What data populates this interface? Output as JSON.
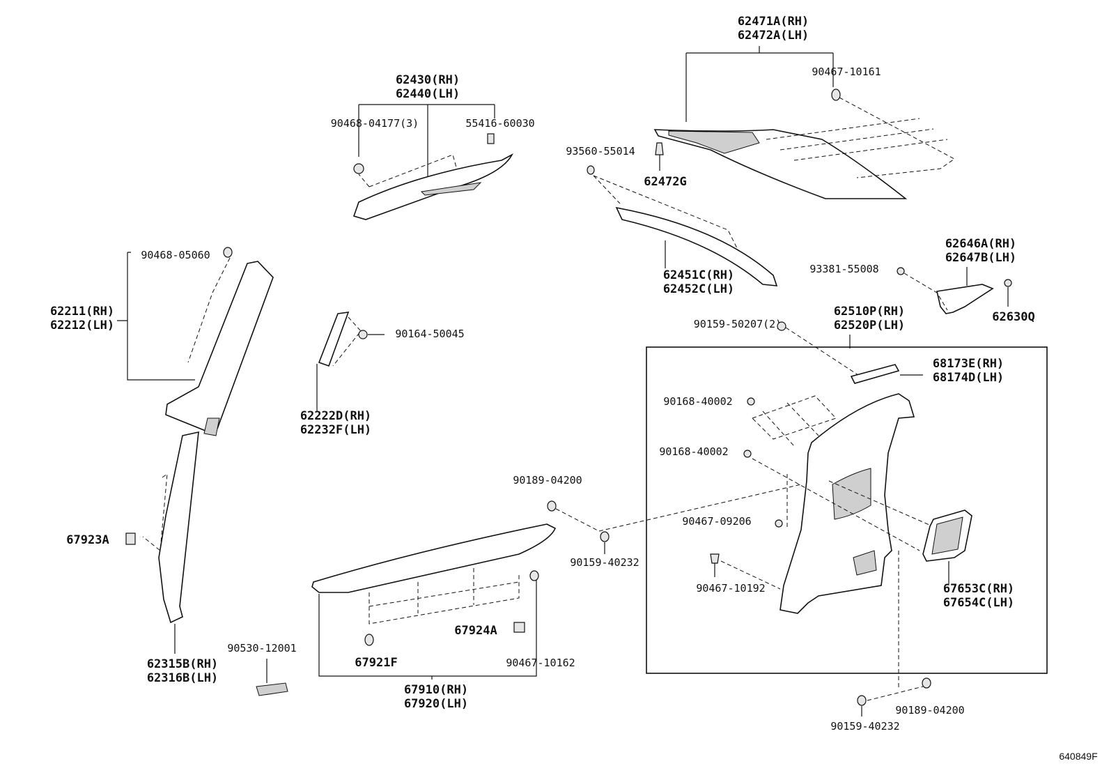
{
  "labels": {
    "p62471": [
      "62471A(RH)",
      "62472A(LH)"
    ],
    "p90467_10161": "90467-10161",
    "p62430": [
      "62430(RH)",
      "62440(LH)"
    ],
    "p90468_04177": "90468-04177(3)",
    "p55416": "55416-60030",
    "p93560": "93560-55014",
    "p62472g": "62472G",
    "p90468_05060": "90468-05060",
    "p62211": [
      "62211(RH)",
      "62212(LH)"
    ],
    "p62451": [
      "62451C(RH)",
      "62452C(LH)"
    ],
    "p62646": [
      "62646A(RH)",
      "62647B(LH)"
    ],
    "p93381": "93381-55008",
    "p62630q": "62630Q",
    "p90164": "90164-50045",
    "p90159_50207": "90159-50207(2)",
    "p62510": [
      "62510P(RH)",
      "62520P(LH)"
    ],
    "p68173": [
      "68173E(RH)",
      "68174D(LH)"
    ],
    "p62222": [
      "62222D(RH)",
      "62232F(LH)"
    ],
    "p90168_a": "90168-40002",
    "p90168_b": "90168-40002",
    "p90189_top": "90189-04200",
    "p90467_09206": "90467-09206",
    "p67923a": "67923A",
    "p90159_40232_a": "90159-40232",
    "p90467_10192": "90467-10192",
    "p67653": [
      "67653C(RH)",
      "67654C(LH)"
    ],
    "p67924a": "67924A",
    "p90530": "90530-12001",
    "p67921f": "67921F",
    "p90467_10162": "90467-10162",
    "p62315": [
      "62315B(RH)",
      "62316B(LH)"
    ],
    "p67910": [
      "67910(RH)",
      "67920(LH)"
    ],
    "p90189_bot": "90189-04200",
    "p90159_40232_b": "90159-40232",
    "diagram_ref": "640849F"
  }
}
